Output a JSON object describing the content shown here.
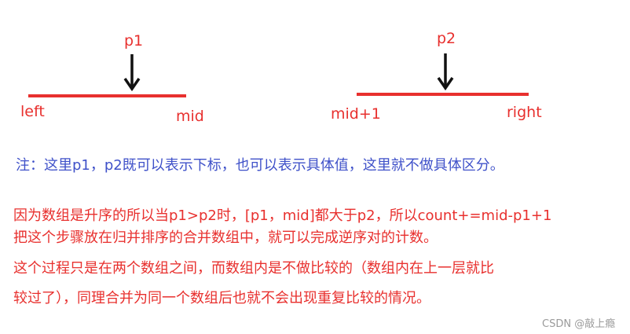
{
  "labels": {
    "p1": "p1",
    "p2": "p2",
    "left": "left",
    "mid": "mid",
    "mid_plus_1": "mid+1",
    "right": "right"
  },
  "note": "注：这里p1，p2既可以表示下标，也可以表示具体值，这里就不做具体区分。",
  "paragraph_1": {
    "line_1": "因为数组是升序的所以当p1>p2时，[p1，mid]都大于p2，所以count+=mid-p1+1",
    "line_2": "把这个步骤放在归并排序的合并数组中，就可以完成逆序对的计数。"
  },
  "paragraph_2": {
    "line_1": "这个过程只是在两个数组之间，而数组内是不做比较的（数组内在上一层就比",
    "line_2": "较过了），同理合并为同一个数组后也就不会出现重复比较的情况。"
  },
  "watermark": "CSDN @敲上瘾",
  "colors": {
    "red": "#e8302e",
    "blue": "#3f51c9",
    "arrow": "#111111",
    "watermark": "#9a9a9a"
  }
}
